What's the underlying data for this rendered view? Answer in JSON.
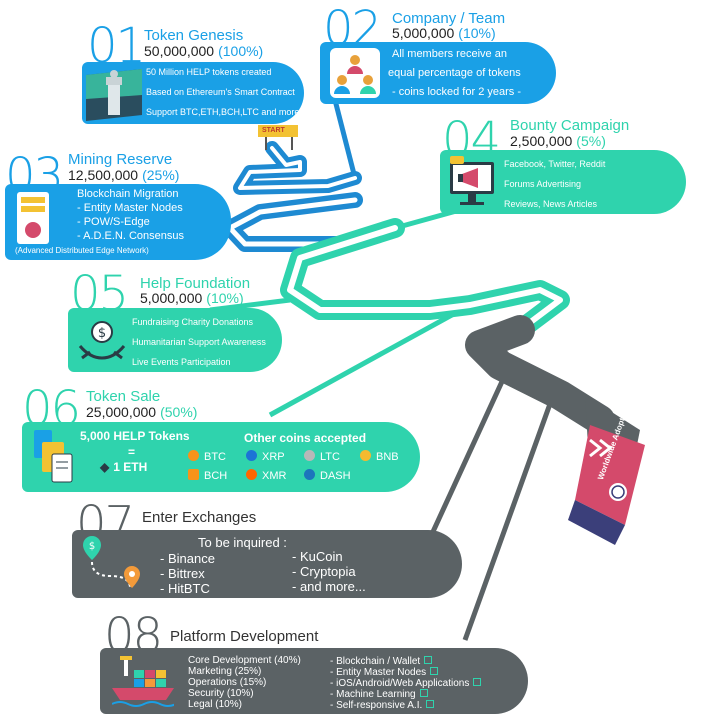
{
  "colors": {
    "blue": "#1aa0e6",
    "teal": "#2fd3ad",
    "grey": "#5b6265",
    "pink": "#d44a6b"
  },
  "road_sign": {
    "start": "START",
    "banner": "Worldwide Adoption"
  },
  "s01": {
    "num": "01",
    "title": "Token Genesis",
    "amount": "50,000,000",
    "pct": "(100%)",
    "lines": [
      "50 Million HELP tokens created",
      "Based on Ethereum's Smart Contract",
      "Support BTC,ETH,BCH,LTC and more"
    ]
  },
  "s02": {
    "num": "02",
    "title": "Company / Team",
    "amount": "5,000,000",
    "pct": "(10%)",
    "lines": [
      "All members receive an",
      "equal percentage of tokens",
      "- coins locked for 2 years -"
    ]
  },
  "s03": {
    "num": "03",
    "title": "Mining Reserve",
    "amount": "12,500,000",
    "pct": "(25%)",
    "lines": [
      "Blockchain Migration",
      "- Entity Master Nodes",
      "- POW/S-Edge",
      "- A.D.E.N. Consensus"
    ],
    "footnote": "(Advanced Distributed Edge Network)"
  },
  "s04": {
    "num": "04",
    "title": "Bounty Campaign",
    "amount": "2,500,000",
    "pct": "(5%)",
    "lines": [
      "Facebook, Twitter, Reddit",
      "Forums Advertising",
      "Reviews, News Articles"
    ]
  },
  "s05": {
    "num": "05",
    "title": "Help Foundation",
    "amount": "5,000,000",
    "pct": "(10%)",
    "lines": [
      "Fundraising Charity Donations",
      "Humanitarian Support Awareness",
      "Live Events Participation"
    ]
  },
  "s06": {
    "num": "06",
    "title": "Token Sale",
    "amount": "25,000,000",
    "pct": "(50%)",
    "tokens": "5,000 HELP Tokens",
    "eq": "=",
    "eth": "1 ETH",
    "coins_title": "Other coins accepted",
    "coins": [
      "BTC",
      "XRP",
      "LTC",
      "BNB",
      "BCH",
      "XMR",
      "DASH"
    ]
  },
  "s07": {
    "num": "07",
    "title": "Enter Exchanges",
    "header": "To be inquired :",
    "left": [
      "- Binance",
      "- Bittrex",
      "- HitBTC"
    ],
    "right": [
      "- KuCoin",
      "- Cryptopia",
      "- and more..."
    ]
  },
  "s08": {
    "num": "08",
    "title": "Platform Development",
    "left": [
      "Core Development (40%)",
      "Marketing (25%)",
      "Operations (15%)",
      "Security (10%)",
      "Legal (10%)"
    ],
    "right": [
      "- Blockchain / Wallet",
      "- Entity Master Nodes",
      "- iOS/Android/Web Applications",
      "- Machine Learning",
      "- Self-responsive A.I."
    ]
  }
}
